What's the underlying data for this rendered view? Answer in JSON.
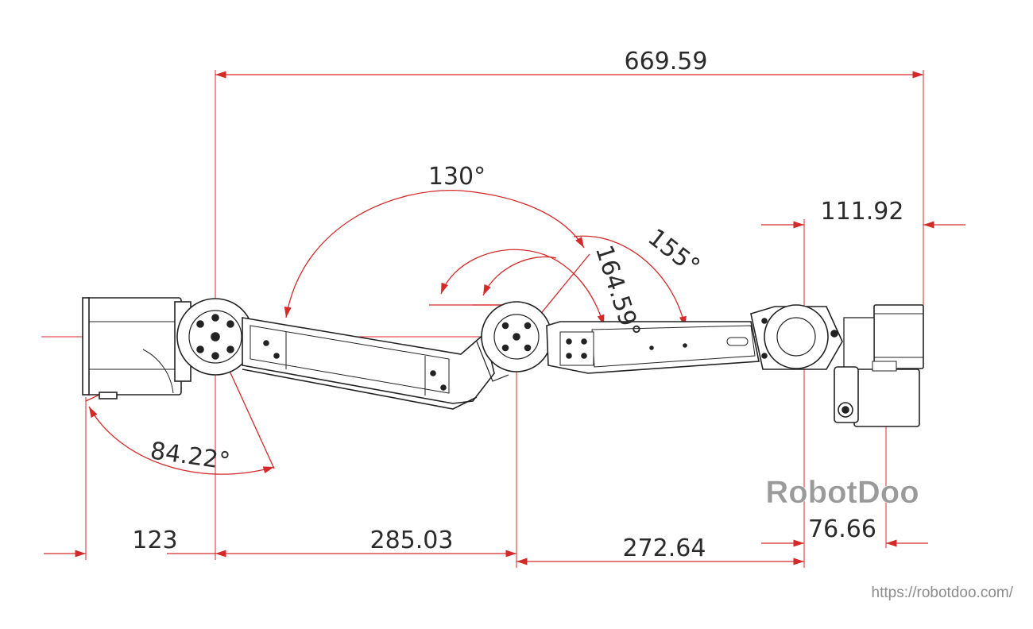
{
  "dimensions": {
    "overall_length": "669.59",
    "end_offset_top": "111.92",
    "base_segment": "123",
    "upper_arm": "285.03",
    "forearm": "272.64",
    "wrist_offset": "76.66"
  },
  "angles": {
    "base_angle": "84.22°",
    "shoulder_angle": "130°",
    "elbow_angle": "164.59°",
    "wrist_angle": "155°"
  },
  "watermark": {
    "brand": "RobotDoo",
    "url": "https://robotdoo.com/"
  },
  "colors": {
    "dimension_line": "#d42a2a",
    "outline": "#222222",
    "text": "#2b2b2b"
  }
}
